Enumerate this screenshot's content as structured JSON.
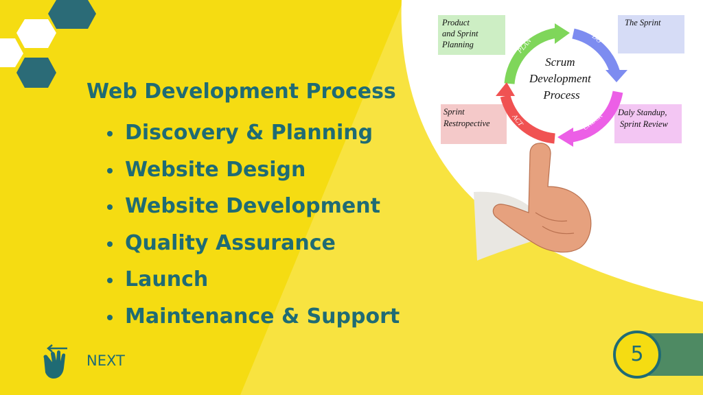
{
  "slide": {
    "title": "Web Development Process",
    "bullets": [
      "Discovery & Planning",
      "Website Design",
      "Website Development",
      "Quality Assurance",
      "Launch",
      "Maintenance & Support"
    ],
    "next_label": "NEXT",
    "page_number": "5"
  },
  "diagram": {
    "center": [
      "Scrum",
      "Development",
      "Process"
    ],
    "arc_labels": {
      "plan": "PLAN",
      "do": "DO",
      "check": "CHECK",
      "act": "ACT"
    },
    "boxes": {
      "planning": [
        "Product",
        "and Sprint",
        "Planning"
      ],
      "sprint": [
        "The Sprint"
      ],
      "retrospective": [
        "Sprint",
        "Restropective"
      ],
      "standup": [
        "Daly Standup,",
        "Sprint Review"
      ]
    }
  },
  "colors": {
    "yellow": "#f5dc12",
    "yellow_light": "#f8e340",
    "teal": "#1f6b74",
    "green_tab": "#4e8a63",
    "white": "#ffffff"
  }
}
